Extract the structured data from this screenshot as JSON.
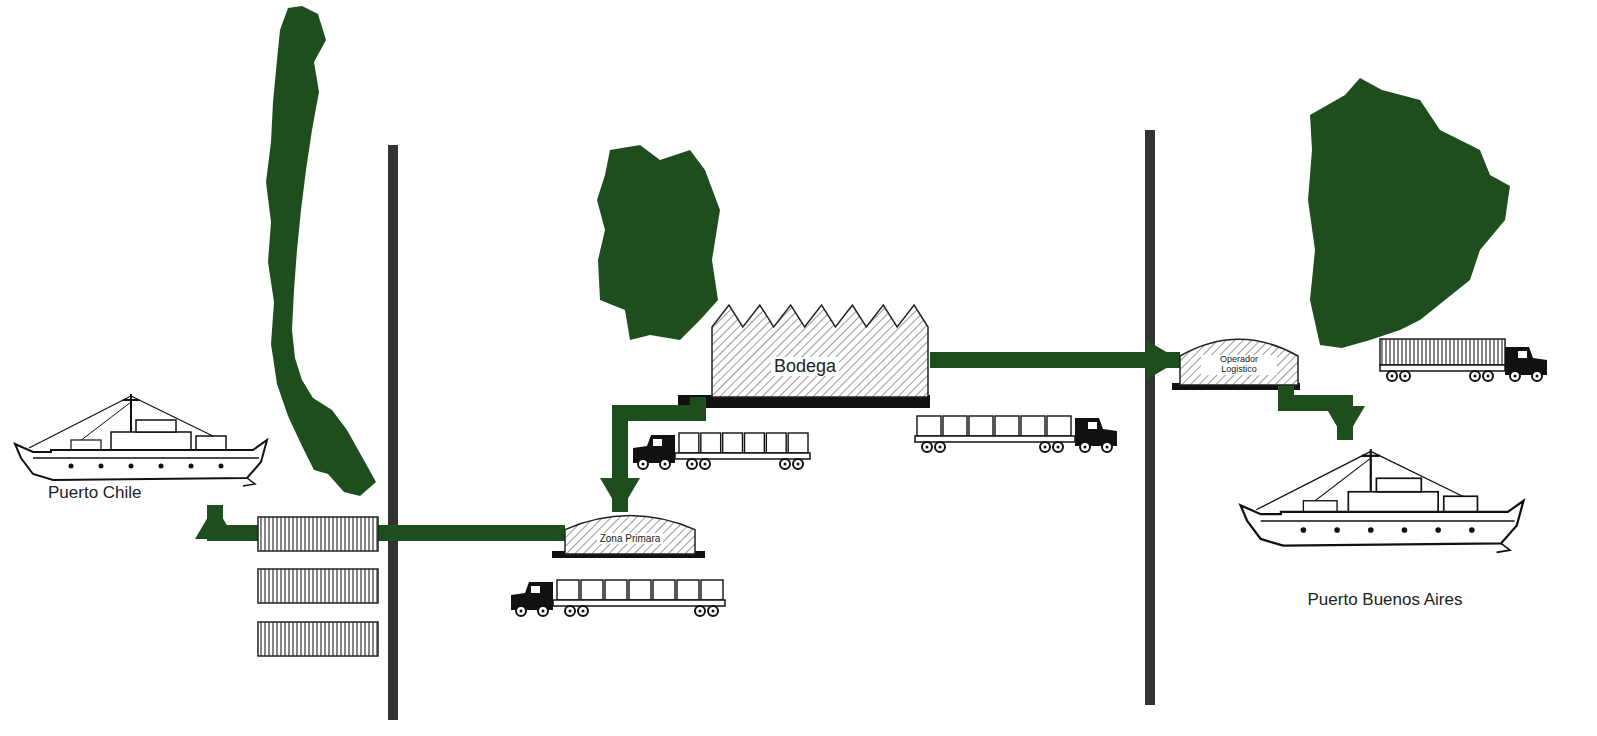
{
  "diagram": {
    "nodes": [
      {
        "text": [
          "Puerto Chile"
        ]
      },
      {
        "text": [
          "Bodega"
        ]
      },
      {
        "text": [
          "Zona Primara"
        ]
      },
      {
        "text": [
          "Operador Logistico"
        ]
      },
      {
        "text": [
          "Puerto Buenos Aires"
        ]
      }
    ],
    "edges": [
      {
        "from": 1,
        "to": 2,
        "arrow": "to"
      },
      {
        "from": 2,
        "to": 0,
        "arrow": "to"
      },
      {
        "from": 1,
        "to": 3,
        "arrow": "to"
      },
      {
        "from": 3,
        "to": 4,
        "arrow": "to"
      }
    ]
  }
}
